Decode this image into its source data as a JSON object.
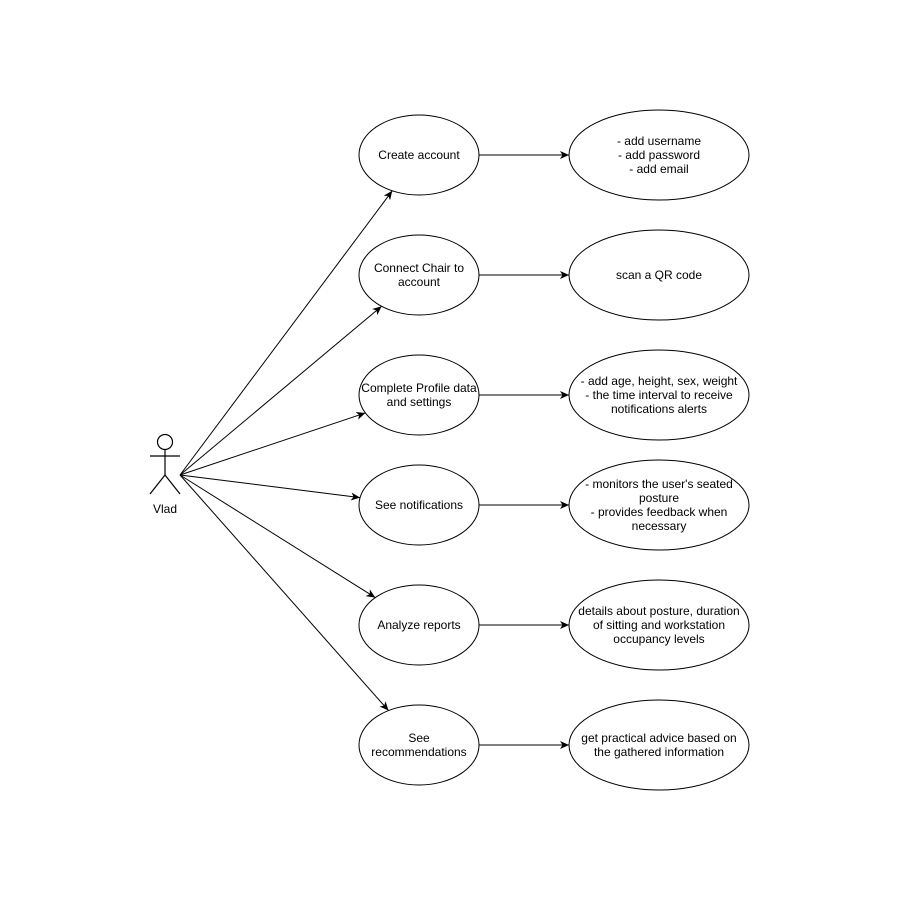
{
  "actor": {
    "name": "Vlad"
  },
  "use_cases": [
    {
      "label": "Create account",
      "detail": "- add username\n- add password\n- add email"
    },
    {
      "label": "Connect Chair to\naccount",
      "detail": "scan a QR code"
    },
    {
      "label": "Complete Profile data\nand settings",
      "detail": "- add age, height, sex, weight\n- the time interval to receive\nnotifications alerts"
    },
    {
      "label": "See notifications",
      "detail": "- monitors the user's seated\nposture\n- provides feedback when\nnecessary"
    },
    {
      "label": "Analyze reports",
      "detail": "details about posture, duration\nof sitting and workstation\noccupancy levels"
    },
    {
      "label": "See\nrecommendations",
      "detail": "get practical advice based on\nthe gathered information"
    }
  ]
}
